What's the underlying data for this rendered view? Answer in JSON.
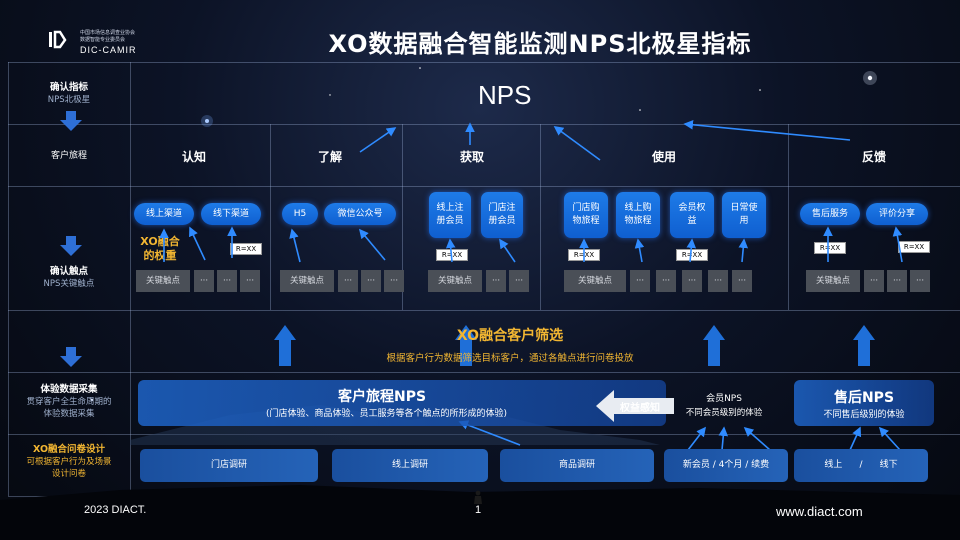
{
  "logo": {
    "cn_line1": "中国市场信息调查业协会",
    "cn_line2": "数据智能专业委员会",
    "en": "DIC-CAMIR"
  },
  "title": "XO数据融合智能监测NPS北极星指标",
  "nps_top": "NPS",
  "row_labels": {
    "confirm_title": "确认指标",
    "confirm_sub": "NPS北极星",
    "journey": "客户旅程",
    "touch_title": "确认触点",
    "touch_sub": "NPS关键触点",
    "collect_title": "体验数据采集",
    "collect_sub1": "贯穿客户全生命周期的",
    "collect_sub2": "体验数据采集",
    "design_title": "XO融合问卷设计",
    "design_sub1": "可根据客户行为及场景",
    "design_sub2": "设计问卷"
  },
  "stages": [
    "认知",
    "了解",
    "获取",
    "使用",
    "反馈"
  ],
  "touchpoints": {
    "renzhi": [
      "线上渠道",
      "线下渠道"
    ],
    "liaojie": [
      "H5",
      "微信公众号"
    ],
    "huoqu": [
      "线上注册会员",
      "门店注册会员"
    ],
    "shiyong": [
      "门店购物旅程",
      "线上购物旅程",
      "会员权益",
      "日常使用"
    ],
    "fankui": [
      "售后服务",
      "评价分享"
    ]
  },
  "r_label": "R=XX",
  "weight_label_1": "XO融合",
  "weight_label_2": "的权重",
  "key_touch": "关键触点",
  "ellipsis": "···",
  "filter": {
    "title": "XO融合客户筛选",
    "sub": "根据客户行为数据筛选目标客户，通过各触点进行问卷投放"
  },
  "journey_nps": {
    "title": "客户旅程NPS",
    "sub": "(门店体验、商品体验、员工服务等各个触点的所形成的体验)"
  },
  "equity": "权益感知",
  "member_nps": {
    "title": "会员NPS",
    "sub": "不同会员级别的体验"
  },
  "aftersale_nps": {
    "title": "售后NPS",
    "sub": "不同售后级别的体验"
  },
  "surveys": [
    "门店调研",
    "线上调研",
    "商品调研",
    "新会员 / 4个月 / 续费",
    "线上      /      线下"
  ],
  "footer": {
    "left": "2023  DIACT.",
    "page": "1",
    "right": "www.diact.com"
  },
  "colors": {
    "accent_blue": "#1e7be8",
    "gold": "#f2b632",
    "touch_gray": "#4a4f57"
  }
}
